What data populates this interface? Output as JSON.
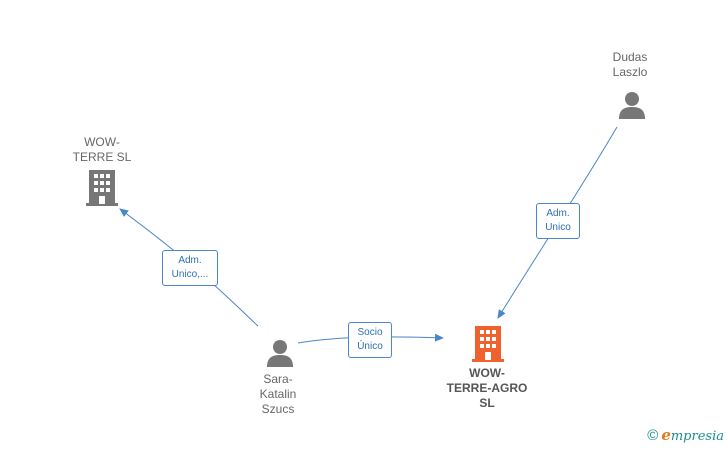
{
  "nodes": {
    "wow_terre": {
      "label": "WOW-\nTERRE  SL",
      "type": "company"
    },
    "dudas": {
      "label": "Dudas\nLaszlo",
      "type": "person"
    },
    "sara": {
      "label": "Sara-\nKatalin\nSzucs",
      "type": "person"
    },
    "wow_terre_agro": {
      "label": "WOW-\nTERRE-AGRO\nSL",
      "type": "company",
      "highlight": true
    }
  },
  "edges": {
    "sara_to_wow_terre": {
      "label": "Adm.\nUnico,..."
    },
    "dudas_to_agro": {
      "label": "Adm.\nUnico"
    },
    "sara_to_agro": {
      "label": "Socio\nÚnico"
    }
  },
  "colors": {
    "edge": "#4a86c8",
    "person": "#777777",
    "company": "#777777",
    "company_highlight": "#f0622d"
  },
  "footer": {
    "copyright": "©",
    "brand_initial": "e",
    "brand_rest": "mpresia"
  }
}
